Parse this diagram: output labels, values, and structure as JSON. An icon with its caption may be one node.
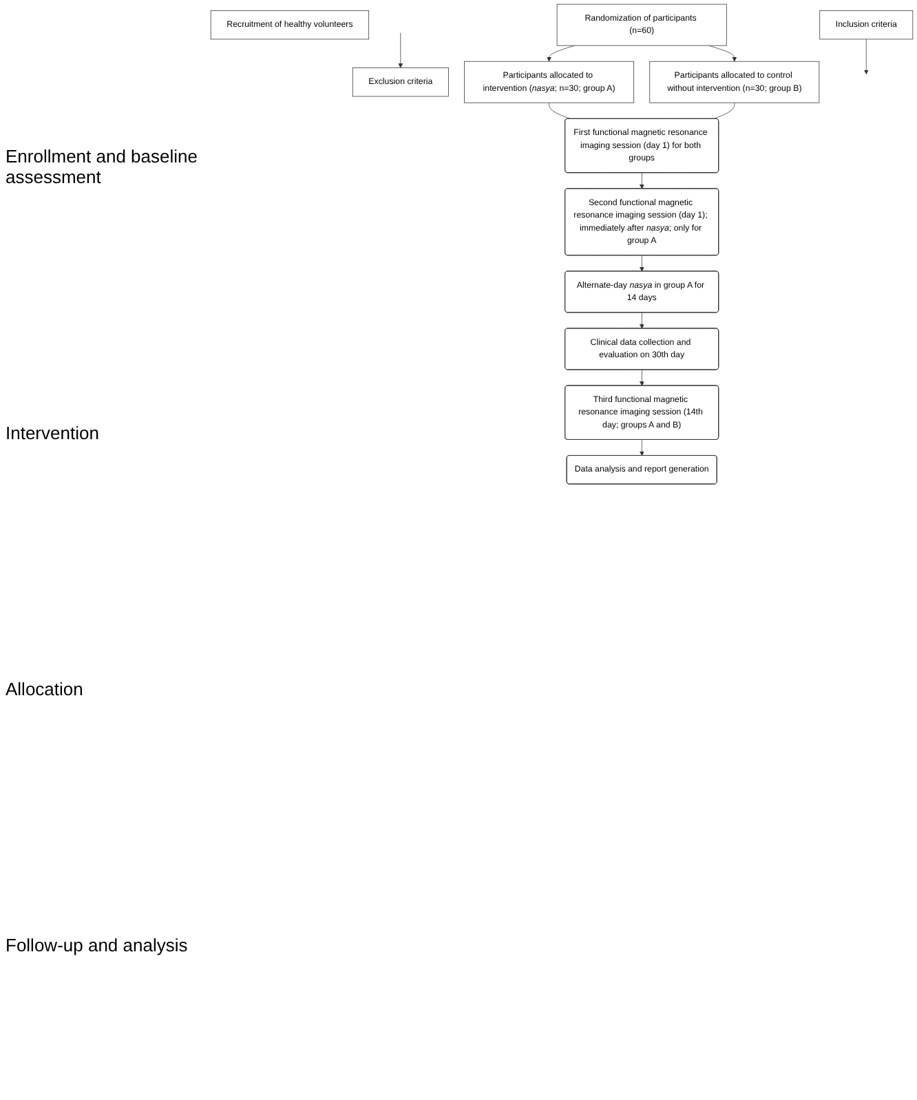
{
  "diagram": {
    "nodes": [
      {
        "text": [
          "Recruitment of healthy volunteers"
        ]
      },
      {
        "text": [
          "Inclusion criteria"
        ]
      },
      {
        "text": [
          "Exclusion criteria"
        ]
      },
      {
        "text": [
          "Randomization of participants (n=60)"
        ]
      },
      {
        "text": [
          "Participants allocated to intervention (*nasya*; n=30; group A)"
        ]
      },
      {
        "text": [
          "Participants allocated to control without intervention (n=30; group B)"
        ]
      },
      {
        "text": [
          "First functional magnetic resonance imaging session (day 1) for both groups"
        ]
      },
      {
        "text": [
          "Second functional magnetic resonance imaging session (day 1); immediately after *nasya*; only for group A"
        ]
      },
      {
        "text": [
          "Alternate-day *nasya* in group A for 14 days"
        ]
      },
      {
        "text": [
          "Clinical data collection and evaluation on 30th day"
        ]
      },
      {
        "text": [
          "Third functional magnetic resonance imaging session (14th day; groups A and B)"
        ]
      },
      {
        "text": [
          "Data analysis and report generation"
        ]
      }
    ],
    "edges": [
      {
        "from": 1,
        "to": null,
        "arrow": "to"
      },
      {
        "from": null,
        "to": 2,
        "arrow": "to"
      },
      {
        "from": 3,
        "to": 4,
        "arrow": "to"
      },
      {
        "from": 3,
        "to": 5,
        "arrow": "to"
      },
      {
        "from": 4,
        "to": 6,
        "arrow": "none"
      },
      {
        "from": 5,
        "to": 6,
        "arrow": "none"
      },
      {
        "from": 6,
        "to": 7,
        "arrow": "to"
      },
      {
        "from": 7,
        "to": 8,
        "arrow": "to"
      },
      {
        "from": 8,
        "to": 9,
        "arrow": "to"
      },
      {
        "from": 9,
        "to": 10,
        "arrow": "to"
      },
      {
        "from": 10,
        "to": 11,
        "arrow": "to"
      }
    ],
    "labels": [
      "Enrollment and baseline assessment",
      "Intervention",
      "Allocation",
      "Follow-up and analysis"
    ]
  }
}
